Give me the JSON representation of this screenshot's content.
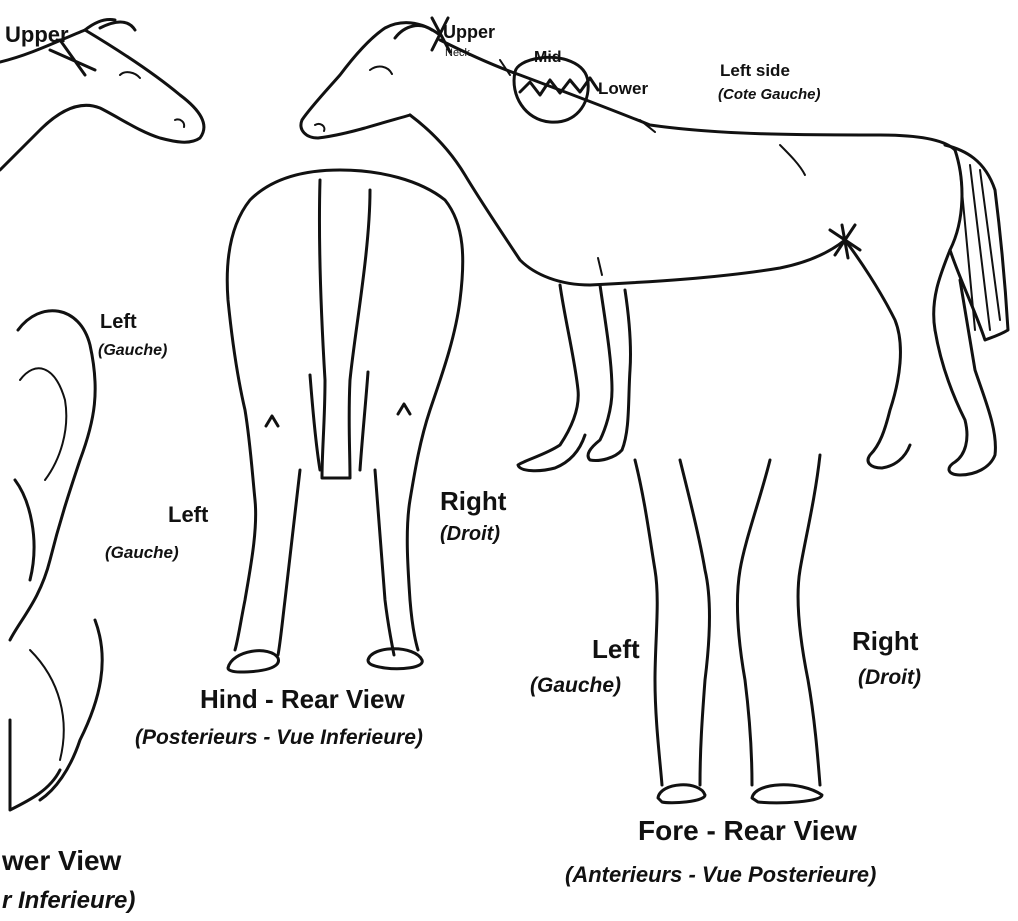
{
  "labels": {
    "top_left_upper": "Upper",
    "side_upper": "Upper",
    "side_neck_small": "Neck",
    "side_mid": "Mid",
    "side_lower": "Lower",
    "side_left": "Left side",
    "side_left_fr": "(Cote Gauche)",
    "face_left": "Left",
    "face_left_fr": "(Gauche)",
    "leg_left": "Left",
    "leg_left_fr": "(Gauche)",
    "hind_right": "Right",
    "hind_right_fr": "(Droit)",
    "hind_title": "Hind - Rear View",
    "hind_title_fr": "(Posterieurs - Vue Inferieure)",
    "fore_left": "Left",
    "fore_left_fr": "(Gauche)",
    "fore_right": "Right",
    "fore_right_fr": "(Droit)",
    "fore_title": "Fore - Rear View",
    "fore_title_fr": "(Anterieurs - Vue Posterieure)",
    "lower_view": "wer View",
    "lower_view_fr": "r Inferieure)"
  },
  "colors": {
    "ink": "#111111",
    "background": "#ffffff"
  }
}
